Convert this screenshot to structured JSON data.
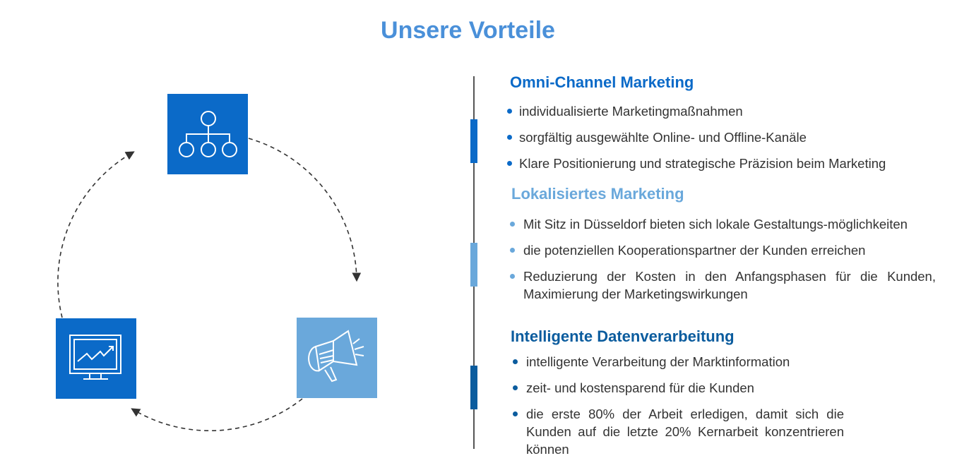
{
  "title": "Unsere Vorteile",
  "colors": {
    "dark_blue": "#0b6ac8",
    "light_blue": "#6aa8db",
    "navy": "#0b5c9e",
    "title": "#4a90d9"
  },
  "cycle_icons": [
    "org-chart-icon",
    "megaphone-icon",
    "monitor-chart-icon"
  ],
  "sections": [
    {
      "heading": "Omni-Channel Marketing",
      "items": [
        "individualisierte Marketingmaßnahmen",
        "sorgfältig ausgewählte Online- und Offline-Kanäle",
        "Klare Positionierung und strategische Präzision beim Marketing"
      ]
    },
    {
      "heading": "Lokalisiertes Marketing",
      "items": [
        "Mit Sitz in Düsseldorf bieten sich lokale Gestaltungs-möglichkeiten",
        "die potenziellen Kooperationspartner der Kunden erreichen",
        "Reduzierung der Kosten in den Anfangsphasen für die Kunden, Maximierung der Marketingswirkungen"
      ]
    },
    {
      "heading": "Intelligente Datenverarbeitung",
      "items": [
        "intelligente Verarbeitung der Marktinformation",
        "zeit- und kostensparend für die Kunden",
        "die erste 80% der Arbeit erledigen, damit sich die Kunden auf die letzte 20% Kernarbeit konzentrieren können"
      ]
    }
  ]
}
